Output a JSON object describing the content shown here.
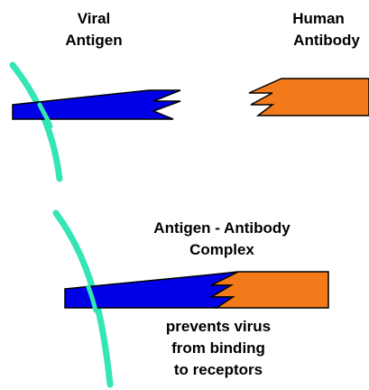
{
  "labels": {
    "viral_antigen_line1": "Viral",
    "viral_antigen_line2": "Antigen",
    "human_antibody_line1": "Human",
    "human_antibody_line2": "Antibody",
    "complex_line1": "Antigen - Antibody",
    "complex_line2": "Complex",
    "effect_line1": "prevents virus",
    "effect_line2": "from binding",
    "effect_line3": "to receptors"
  },
  "colors": {
    "antigen": "#0000e6",
    "antibody": "#f27a1a",
    "membrane": "#33e6b3",
    "outline": "#000000"
  }
}
